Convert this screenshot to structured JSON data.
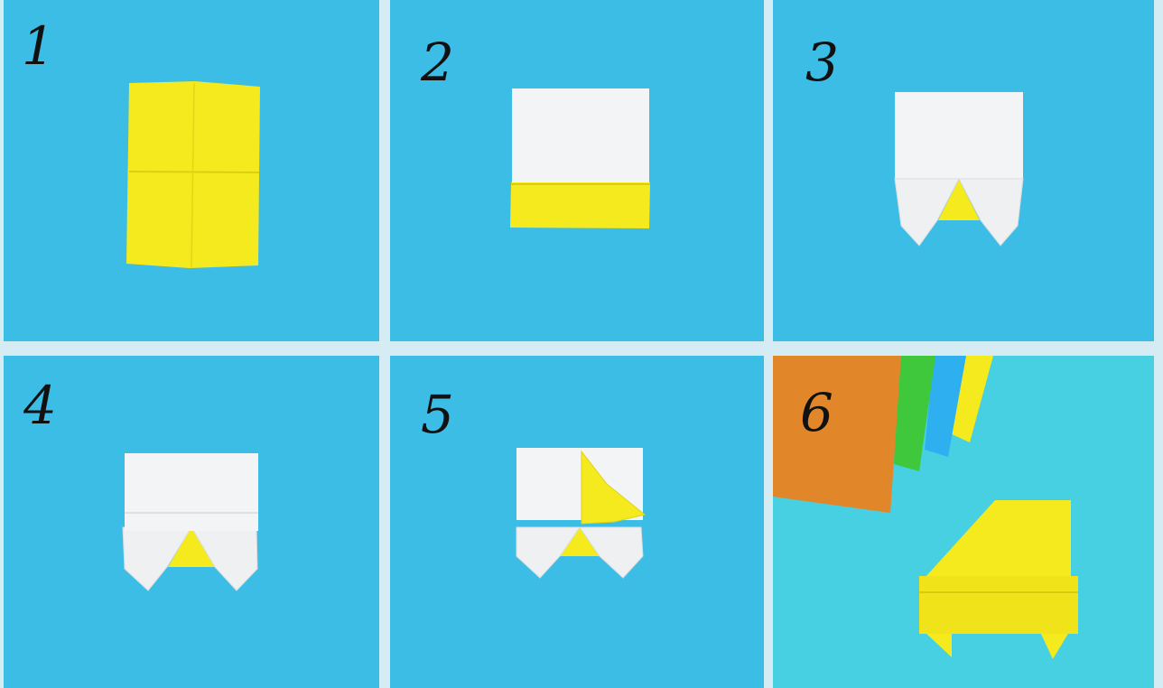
{
  "steps": [
    {
      "number": "1"
    },
    {
      "number": "2"
    },
    {
      "number": "3"
    },
    {
      "number": "4"
    },
    {
      "number": "5"
    },
    {
      "number": "6"
    }
  ],
  "colors": {
    "background_blue": "#3cbde6",
    "background_blue_step6": "#47d0e2",
    "paper_yellow": "#f4ea1d",
    "paper_white": "#f2f4f6",
    "paper_orange": "#e2862a",
    "paper_green": "#3fc83c",
    "paper_cyan": "#2eb0f0",
    "separator": "#d6ecf4"
  }
}
